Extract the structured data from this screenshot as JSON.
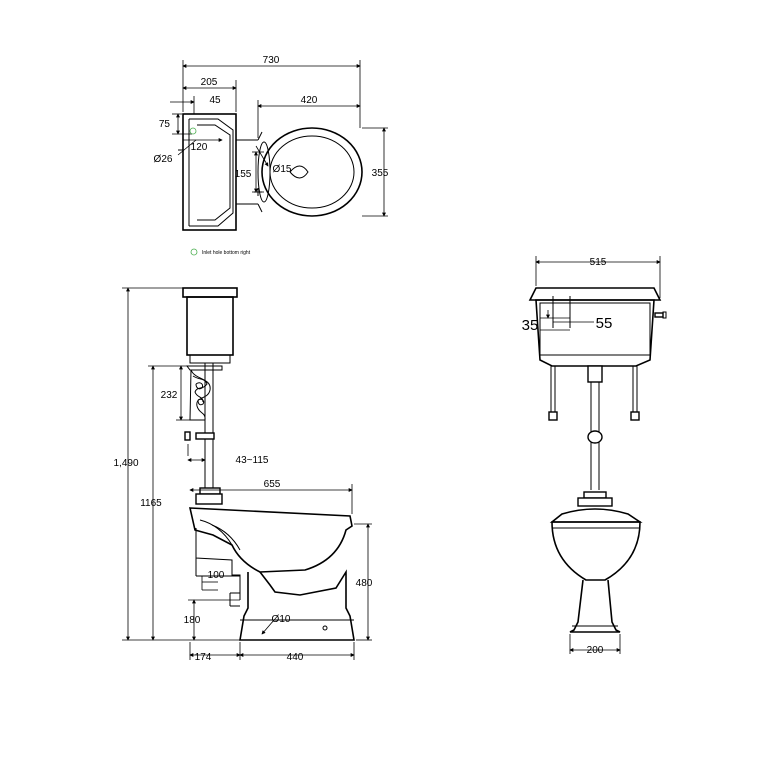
{
  "top_view": {
    "overall_width": "730",
    "cistern_depth": "205",
    "offset_45": "45",
    "bowl_length": "420",
    "inlet_height": "75",
    "inlet_offset": "120",
    "inlet_diameter": "Ø26",
    "fixing_hole": "Ø15",
    "fixing_spacing": "155",
    "bowl_width": "355"
  },
  "note": {
    "text": "Inlet hole bottom right",
    "marker_color": "#4caf50"
  },
  "side_view": {
    "overall_height": "1,490",
    "cistern_bottom_height": "1165",
    "bracket_height": "232",
    "pipe_adjust": "43~115",
    "projection": "655",
    "rim_height": "480",
    "outlet_100": "100",
    "outlet_180": "180",
    "outlet_174": "174",
    "base_length": "440",
    "fixing_hole": "Ø10"
  },
  "front_view": {
    "cistern_width": "515",
    "dim_35": "35",
    "dim_55": "55",
    "pedestal_width": "200"
  }
}
